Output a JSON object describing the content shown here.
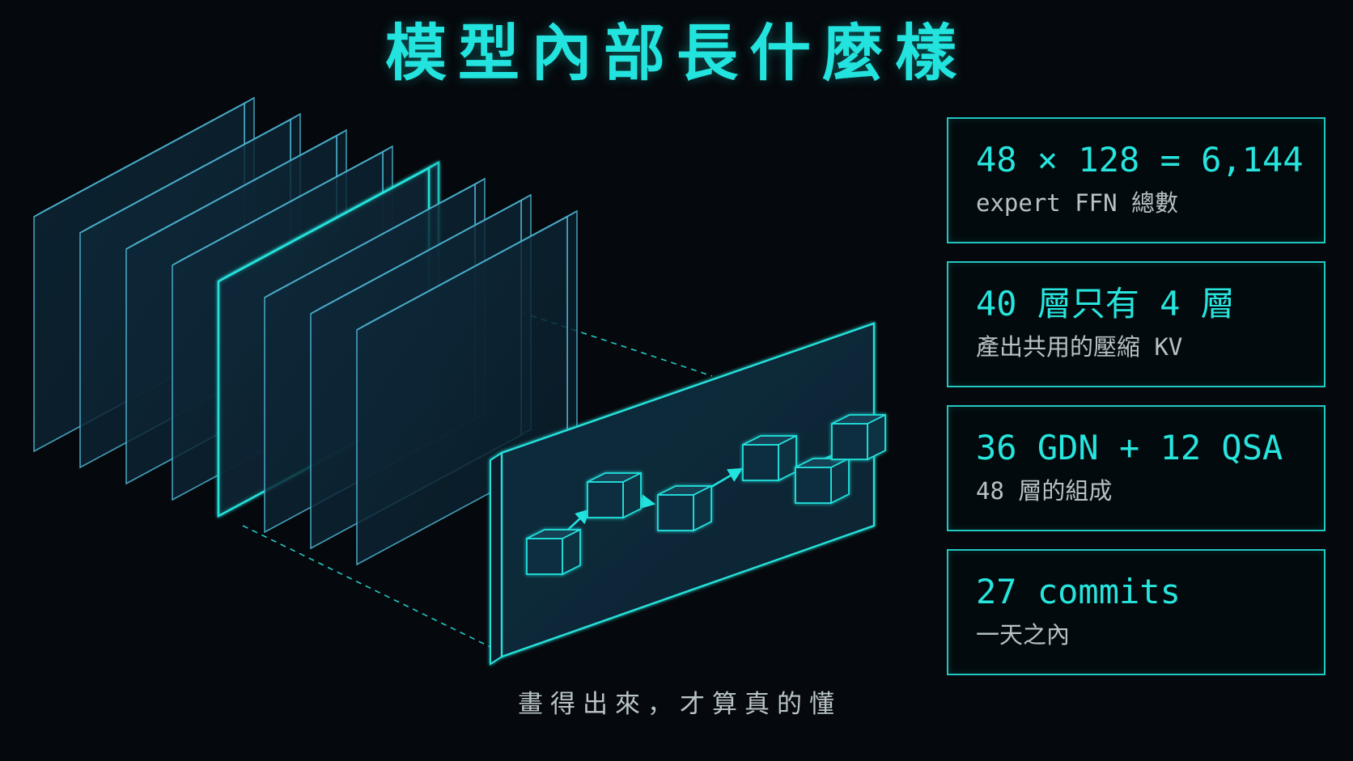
{
  "title": "模型內部長什麼樣",
  "caption": "畫得出來，才算真的懂",
  "stats": [
    {
      "value": "48 × 128 = 6,144",
      "label": "expert FFN 總數"
    },
    {
      "value": "40 層只有 4 層",
      "label": "產出共用的壓縮 KV"
    },
    {
      "value": "36 GDN + 12 QSA",
      "label": "48 層的組成"
    },
    {
      "value": "27 commits",
      "label": "一天之內"
    }
  ],
  "diagram": {
    "layer_count": 8,
    "highlighted_layer": 5,
    "node_count": 6,
    "colors": {
      "accent": "#22e3de",
      "layer_edge": "#4fb8d6",
      "highlight_edge": "#25e0da",
      "background": "#05080c"
    }
  }
}
